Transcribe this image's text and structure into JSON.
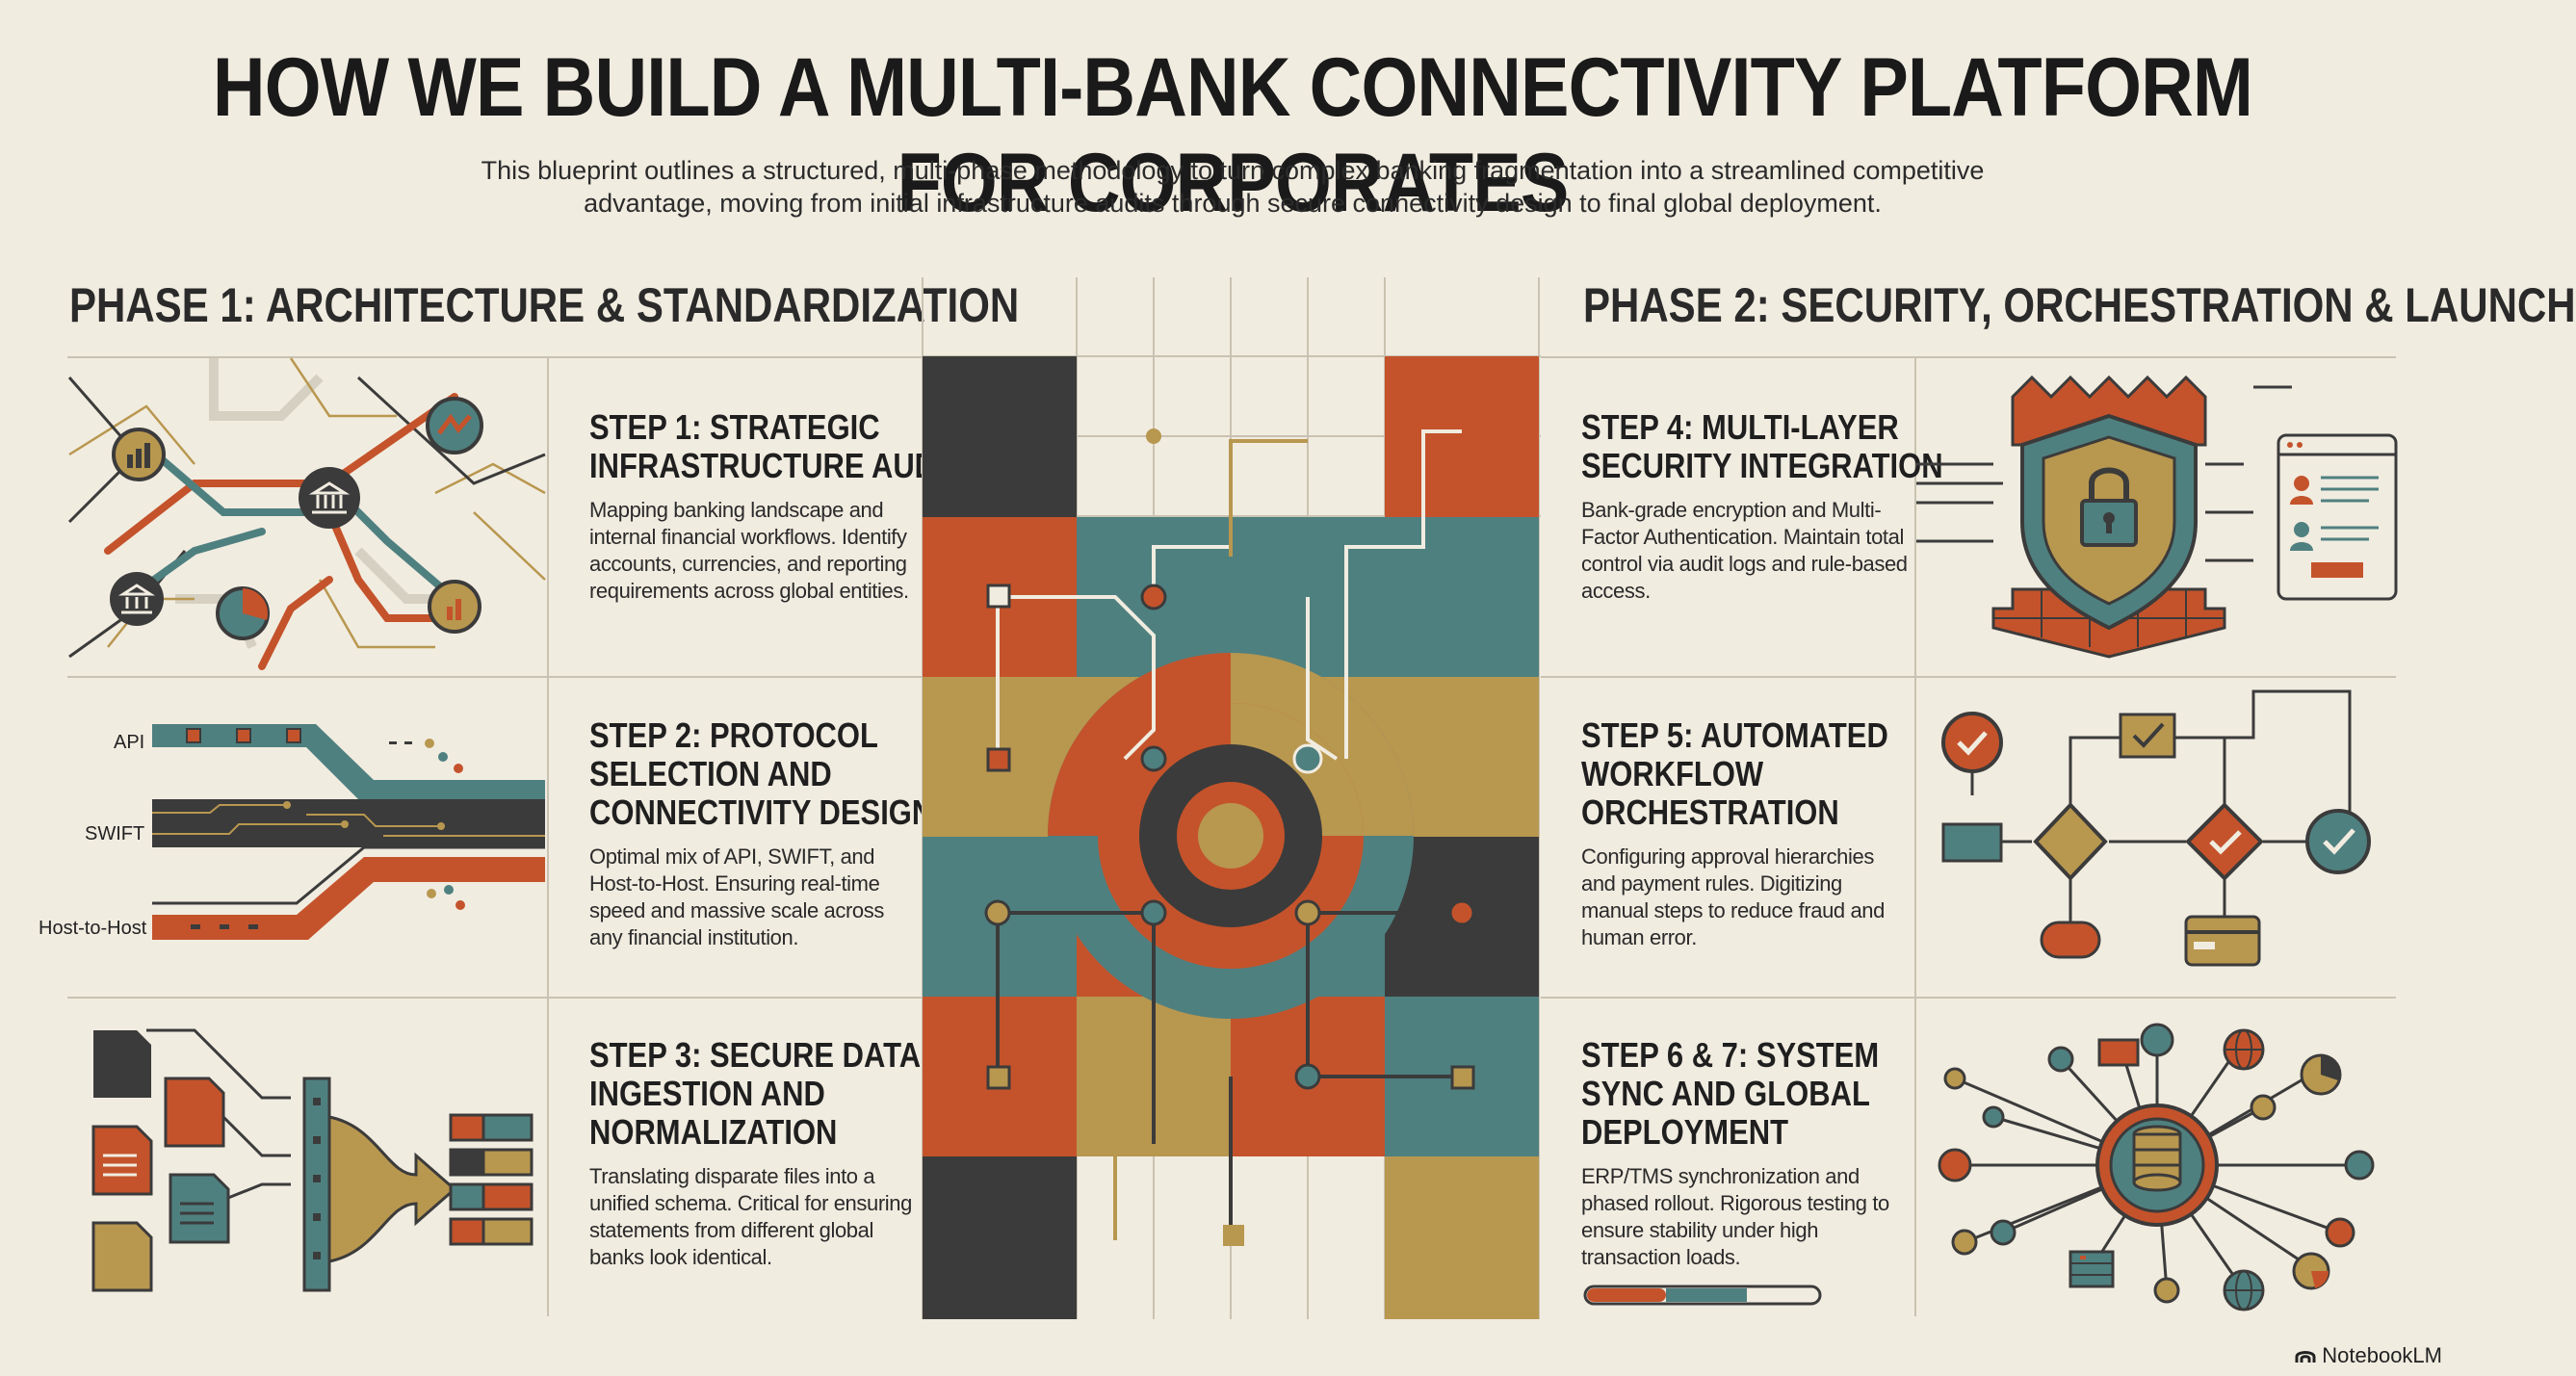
{
  "title": "HOW WE BUILD A MULTI-BANK CONNECTIVITY PLATFORM FOR CORPORATES",
  "subtitle_line1": "This blueprint outlines a structured, multi-phase methodology to turn complex banking fragmentation into a streamlined competitive",
  "subtitle_line2": "advantage, moving from initial infrastructure audits through secure connectivity design to final global deployment.",
  "phase1": "PHASE 1: ARCHITECTURE & STANDARDIZATION",
  "phase2": "PHASE 2: SECURITY, ORCHESTRATION & LAUNCH",
  "steps": [
    {
      "title": "STEP 1: STRATEGIC\nINFRASTRUCTURE AUDIT",
      "desc": "Mapping banking landscape and internal financial workflows. Identify accounts, currencies, and reporting requirements across global entities."
    },
    {
      "title": "STEP 2: PROTOCOL\nSELECTION AND\nCONNECTIVITY DESIGN",
      "desc": "Optimal mix of API, SWIFT, and Host-to-Host. Ensuring real-time speed and massive scale across any financial institution."
    },
    {
      "title": "STEP 3: SECURE DATA\nINGESTION AND\nNORMALIZATION",
      "desc": "Translating disparate files into a unified schema. Critical for ensuring statements from different global banks look identical."
    },
    {
      "title": "STEP 4: MULTI-LAYER\nSECURITY INTEGRATION",
      "desc": "Bank-grade encryption and Multi-Factor Authentication. Maintain total control via audit logs and rule-based access."
    },
    {
      "title": "STEP 5: AUTOMATED\nWORKFLOW\nORCHESTRATION",
      "desc": "Configuring approval hierarchies and payment rules. Digitizing manual steps to reduce fraud and human error."
    },
    {
      "title": "STEP 6 & 7: SYSTEM\nSYNC AND GLOBAL\nDEPLOYMENT",
      "desc": "ERP/TMS synchronization and phased rollout. Rigorous testing to ensure stability under high transaction loads."
    }
  ],
  "protocols": {
    "api": "API",
    "swift": "SWIFT",
    "h2h": "Host-to-Host"
  },
  "brand": "NotebookLM",
  "colors": {
    "rust": "#c4532b",
    "teal": "#4f8080",
    "ochre": "#b8974f",
    "charcoal": "#3b3b3b",
    "cream": "#f1ece0"
  }
}
